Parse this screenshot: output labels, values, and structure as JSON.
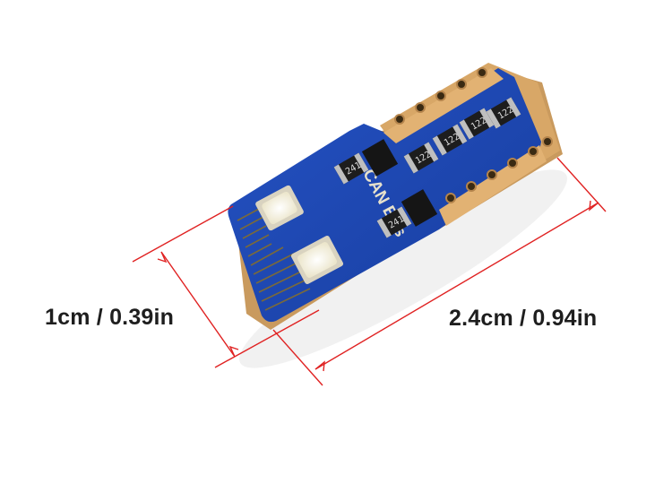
{
  "dimensions": {
    "width_label": "1cm / 0.39in",
    "length_label": "2.4cm / 0.94in"
  },
  "board": {
    "silkscreen": "CAN Bus",
    "resistor_codes": [
      "241",
      "241",
      "122",
      "122",
      "122",
      "122"
    ]
  },
  "colors": {
    "pcb": "#1f47b3",
    "pcb_dark": "#163a92",
    "gold": "#d8a767",
    "dimension_line": "#e02222",
    "chip": "#222222",
    "led": "#f4f1e6"
  }
}
